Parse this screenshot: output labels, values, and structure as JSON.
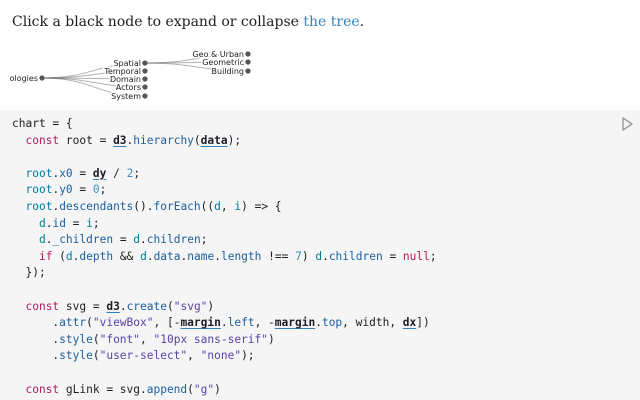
{
  "intro": {
    "text": "Click a black node to expand or collapse ",
    "link": "the tree",
    "end": "."
  },
  "tree": {
    "root": "ologies",
    "level1": [
      "Spatial",
      "Temporal",
      "Domain",
      "Actors",
      "System"
    ],
    "level2": [
      "Geo & Urban",
      "Geometric",
      "Building"
    ]
  },
  "code": {
    "lines": [
      [
        [
          "t",
          "chart = {"
        ]
      ],
      [
        [
          "t",
          "  "
        ],
        [
          "kw",
          "const"
        ],
        [
          "t",
          " root = "
        ],
        [
          "dep",
          "d3"
        ],
        [
          "t",
          "."
        ],
        [
          "fn",
          "hierarchy"
        ],
        [
          "t",
          "("
        ],
        [
          "dep",
          "data"
        ],
        [
          "t",
          ");"
        ]
      ],
      [],
      [
        [
          "t",
          "  "
        ],
        [
          "def",
          "root"
        ],
        [
          "t",
          "."
        ],
        [
          "prop",
          "x0"
        ],
        [
          "t",
          " = "
        ],
        [
          "dep",
          "dy"
        ],
        [
          "t",
          " / "
        ],
        [
          "num",
          "2"
        ],
        [
          "t",
          ";"
        ]
      ],
      [
        [
          "t",
          "  "
        ],
        [
          "def",
          "root"
        ],
        [
          "t",
          "."
        ],
        [
          "prop",
          "y0"
        ],
        [
          "t",
          " = "
        ],
        [
          "num",
          "0"
        ],
        [
          "t",
          ";"
        ]
      ],
      [
        [
          "t",
          "  "
        ],
        [
          "def",
          "root"
        ],
        [
          "t",
          "."
        ],
        [
          "fn",
          "descendants"
        ],
        [
          "t",
          "()."
        ],
        [
          "fn",
          "forEach"
        ],
        [
          "t",
          "(("
        ],
        [
          "def",
          "d"
        ],
        [
          "t",
          ", "
        ],
        [
          "def",
          "i"
        ],
        [
          "t",
          ") => {"
        ]
      ],
      [
        [
          "t",
          "    "
        ],
        [
          "def",
          "d"
        ],
        [
          "t",
          "."
        ],
        [
          "prop",
          "id"
        ],
        [
          "t",
          " = "
        ],
        [
          "def",
          "i"
        ],
        [
          "t",
          ";"
        ]
      ],
      [
        [
          "t",
          "    "
        ],
        [
          "def",
          "d"
        ],
        [
          "t",
          "."
        ],
        [
          "prop",
          "_children"
        ],
        [
          "t",
          " = "
        ],
        [
          "def",
          "d"
        ],
        [
          "t",
          "."
        ],
        [
          "prop",
          "children"
        ],
        [
          "t",
          ";"
        ]
      ],
      [
        [
          "t",
          "    "
        ],
        [
          "kw",
          "if"
        ],
        [
          "t",
          " ("
        ],
        [
          "def",
          "d"
        ],
        [
          "t",
          "."
        ],
        [
          "prop",
          "depth"
        ],
        [
          "t",
          " && "
        ],
        [
          "def",
          "d"
        ],
        [
          "t",
          "."
        ],
        [
          "prop",
          "data"
        ],
        [
          "t",
          "."
        ],
        [
          "prop",
          "name"
        ],
        [
          "t",
          "."
        ],
        [
          "prop",
          "length"
        ],
        [
          "t",
          " !== "
        ],
        [
          "num",
          "7"
        ],
        [
          "t",
          ") "
        ],
        [
          "def",
          "d"
        ],
        [
          "t",
          "."
        ],
        [
          "prop",
          "children"
        ],
        [
          "t",
          " = "
        ],
        [
          "kw",
          "null"
        ],
        [
          "t",
          ";"
        ]
      ],
      [
        [
          "t",
          "  });"
        ]
      ],
      [],
      [
        [
          "t",
          "  "
        ],
        [
          "kw",
          "const"
        ],
        [
          "t",
          " svg = "
        ],
        [
          "dep",
          "d3"
        ],
        [
          "t",
          "."
        ],
        [
          "fn",
          "create"
        ],
        [
          "t",
          "("
        ],
        [
          "str",
          "\"svg\""
        ],
        [
          "t",
          ")"
        ]
      ],
      [
        [
          "t",
          "      ."
        ],
        [
          "fn",
          "attr"
        ],
        [
          "t",
          "("
        ],
        [
          "str",
          "\"viewBox\""
        ],
        [
          "t",
          ", [-"
        ],
        [
          "dep",
          "margin"
        ],
        [
          "t",
          "."
        ],
        [
          "prop",
          "left"
        ],
        [
          "t",
          ", -"
        ],
        [
          "dep",
          "margin"
        ],
        [
          "t",
          "."
        ],
        [
          "prop",
          "top"
        ],
        [
          "t",
          ", width, "
        ],
        [
          "dep",
          "dx"
        ],
        [
          "t",
          "])"
        ]
      ],
      [
        [
          "t",
          "      ."
        ],
        [
          "fn",
          "style"
        ],
        [
          "t",
          "("
        ],
        [
          "str",
          "\"font\""
        ],
        [
          "t",
          ", "
        ],
        [
          "str",
          "\"10px sans-serif\""
        ],
        [
          "t",
          ")"
        ]
      ],
      [
        [
          "t",
          "      ."
        ],
        [
          "fn",
          "style"
        ],
        [
          "t",
          "("
        ],
        [
          "str",
          "\"user-select\""
        ],
        [
          "t",
          ", "
        ],
        [
          "str",
          "\"none\""
        ],
        [
          "t",
          ");"
        ]
      ],
      [],
      [
        [
          "t",
          "  "
        ],
        [
          "kw",
          "const"
        ],
        [
          "t",
          " gLink = svg."
        ],
        [
          "fn",
          "append"
        ],
        [
          "t",
          "("
        ],
        [
          "str",
          "\"g\""
        ],
        [
          "t",
          ")"
        ]
      ]
    ]
  },
  "colors": {
    "link": "#3182bd",
    "keyword": "#b31b60",
    "definition": "#007a99",
    "string": "#5a43a8",
    "number": "#3a8fc2",
    "property": "#1b5f9e",
    "code_bg": "#f5f5f5"
  },
  "icons": {
    "run": "run-cell-icon"
  }
}
